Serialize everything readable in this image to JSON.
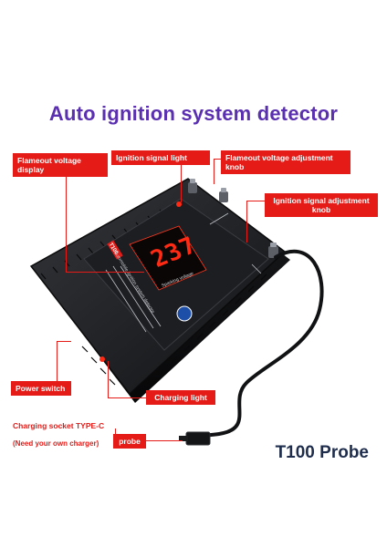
{
  "title": "Auto ignition system detector",
  "callouts": {
    "flameout_display": "Flameout voltage display",
    "ignition_light": "Ignition signal light",
    "flameout_knob": "Flameout voltage adjustment knob",
    "ignition_knob": "Ignition signal adjustment knob",
    "power_switch": "Power switch",
    "charging_light": "Charging light",
    "charging_socket": "Charging socket TYPE-C",
    "own_charger": "(Need your own charger)",
    "probe": "probe"
  },
  "device": {
    "display_value": "237",
    "model_badge": "T100",
    "display_caption": "Sparking voltage",
    "detector_text": "Automobile ignition system detector"
  },
  "product_label": "T100 Probe",
  "colors": {
    "accent_red": "#e41b17",
    "title_purple": "#5a2fb0",
    "device_body": "#1c1d20",
    "segment_red": "#ff2a14"
  }
}
